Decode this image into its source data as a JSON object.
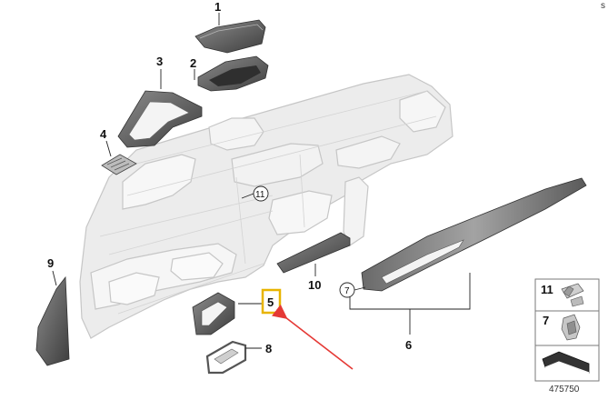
{
  "diagram": {
    "callouts": {
      "p1": "1",
      "p2": "2",
      "p3": "3",
      "p4": "4",
      "p5": "5",
      "p6": "6",
      "p8": "8",
      "p9": "9",
      "p10": "10"
    },
    "circled": {
      "c11": "11",
      "c7": "7"
    },
    "legend": {
      "item_a": "11",
      "item_b": "7"
    },
    "reference_number": "475750",
    "corner_mark": "s",
    "colors": {
      "dash_outline": "#c9c9c9",
      "dash_fill": "#ececec",
      "part_dark": "#5a5a5a",
      "part_light": "#8a8a8a",
      "highlight_box": "#e8b400",
      "arrow": "#e53935"
    }
  }
}
